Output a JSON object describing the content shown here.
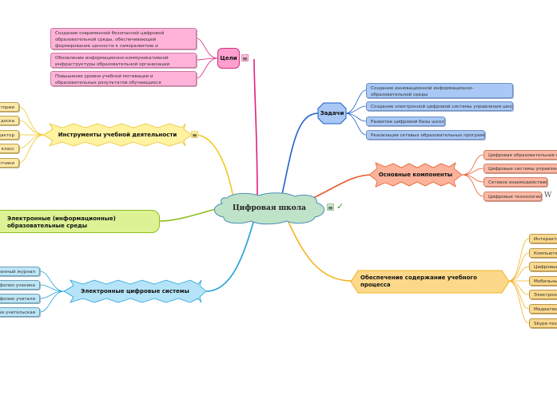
{
  "center": {
    "label": "Цифровая школа"
  },
  "branches": {
    "goals": {
      "label": "Цели",
      "color": "#e0207a",
      "items": [
        "Создание современной безопасной цифровой образовательной среды, обеспечивающей формирование ценности к саморазвитию и самообразованию учащихся",
        "Обновление информационно-коммуникативной инфраструктуры образовательной организации",
        "Повышение уровня учебной мотивации и образовательных результатов обучающихся"
      ]
    },
    "tasks": {
      "label": "Задачи",
      "color": "#1f5fc9",
      "items": [
        "Создание инновационной информационно-образовательной среды",
        "Создание электронной цифровой системы управления школ",
        "Развитие цифровой базы школ",
        "Реализация сетевых образовательных программ"
      ]
    },
    "components": {
      "label": "Основные компоненты",
      "color": "#e8582a",
      "items": [
        "Цифровая образовательная среда",
        "Цифровые системы управления",
        "Сетевое взаимодействие",
        "Цифровые технологии"
      ],
      "wiki_icon": "W"
    },
    "tools": {
      "label": "Инструменты учебной деятельности",
      "color": "#f2c81e",
      "items": [
        "...атории",
        "...я доска",
        "...дактор",
        "...й класс",
        "...датчики"
      ]
    },
    "environments": {
      "label": "Электронные (информационные) образовательные среды",
      "color": "#8cbf1f"
    },
    "systems": {
      "label": "Электронные цифровые системы",
      "color": "#1ea0d8",
      "items": [
        "...тронный журнал",
        "...тфолио ученика",
        "...тфолио учителя",
        "...ная учительская"
      ]
    },
    "content": {
      "label": "Обеспечение содержание учебного процесса",
      "color": "#f4b324",
      "items": [
        "Интеракти...",
        "Компьютер...",
        "Цифровые...",
        "Мобильны...",
        "Электронн...",
        "Медиатека...",
        "Skype-тех..."
      ]
    }
  },
  "icons": {
    "notes": "≡",
    "link": "✓"
  }
}
